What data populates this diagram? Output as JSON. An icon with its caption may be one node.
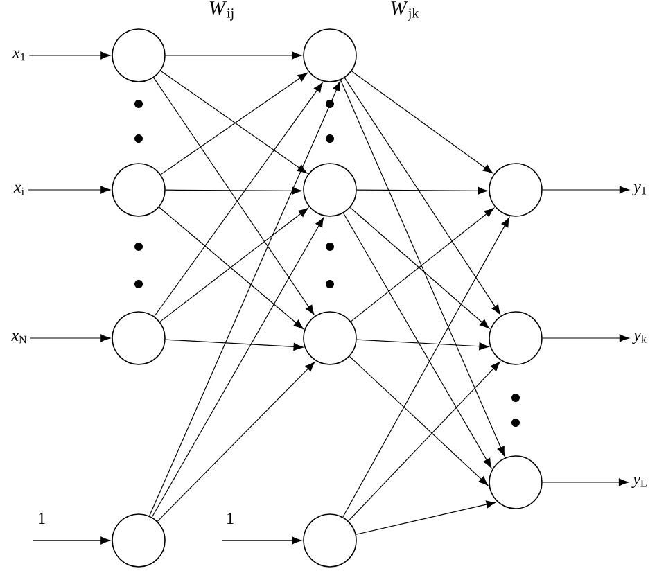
{
  "diagram": {
    "nodes": [
      {
        "text": [
          "*x*$_{1}$"
        ]
      },
      {
        "text": [
          "*x*$_{i}$"
        ]
      },
      {
        "text": [
          "*x*$_{N}$"
        ]
      },
      {
        "text": [],
        "shape": "circle"
      },
      {
        "text": [],
        "shape": "circle"
      },
      {
        "text": [],
        "shape": "circle"
      },
      {
        "text": [],
        "shape": "circle"
      },
      {
        "text": [],
        "shape": "circle"
      },
      {
        "text": [],
        "shape": "circle"
      },
      {
        "text": [],
        "shape": "circle"
      },
      {
        "text": [],
        "shape": "circle"
      },
      {
        "text": [],
        "shape": "circle"
      },
      {
        "text": [],
        "shape": "circle"
      },
      {
        "text": [],
        "shape": "circle"
      },
      {
        "text": [
          "*y*$_{1}$"
        ]
      },
      {
        "text": [
          "*y*$_{k}$"
        ]
      },
      {
        "text": [
          "*y*$_{L}$"
        ]
      }
    ],
    "edges": [
      {
        "from": 0,
        "to": 3,
        "arrow": "to"
      },
      {
        "from": 1,
        "to": 4,
        "arrow": "to"
      },
      {
        "from": 2,
        "to": 5,
        "arrow": "to"
      },
      {
        "from": null,
        "to": 6,
        "arrow": "to",
        "label": "1"
      },
      {
        "from": null,
        "to": 10,
        "arrow": "to",
        "label": "1"
      },
      {
        "from": 3,
        "to": 7,
        "arrow": "to"
      },
      {
        "from": 3,
        "to": 8,
        "arrow": "to"
      },
      {
        "from": 3,
        "to": 9,
        "arrow": "to"
      },
      {
        "from": 4,
        "to": 7,
        "arrow": "to"
      },
      {
        "from": 4,
        "to": 8,
        "arrow": "to"
      },
      {
        "from": 4,
        "to": 9,
        "arrow": "to"
      },
      {
        "from": 5,
        "to": 7,
        "arrow": "to"
      },
      {
        "from": 5,
        "to": 8,
        "arrow": "to"
      },
      {
        "from": 5,
        "to": 9,
        "arrow": "to"
      },
      {
        "from": 6,
        "to": 7,
        "arrow": "to"
      },
      {
        "from": 6,
        "to": 8,
        "arrow": "to"
      },
      {
        "from": 6,
        "to": 9,
        "arrow": "to"
      },
      {
        "from": 7,
        "to": 11,
        "arrow": "to"
      },
      {
        "from": 7,
        "to": 12,
        "arrow": "to"
      },
      {
        "from": 7,
        "to": 13,
        "arrow": "to"
      },
      {
        "from": 8,
        "to": 11,
        "arrow": "to"
      },
      {
        "from": 8,
        "to": 12,
        "arrow": "to"
      },
      {
        "from": 8,
        "to": 13,
        "arrow": "to"
      },
      {
        "from": 9,
        "to": 11,
        "arrow": "to"
      },
      {
        "from": 9,
        "to": 12,
        "arrow": "to"
      },
      {
        "from": 9,
        "to": 13,
        "arrow": "to"
      },
      {
        "from": 10,
        "to": 11,
        "arrow": "to"
      },
      {
        "from": 10,
        "to": 12,
        "arrow": "to"
      },
      {
        "from": 10,
        "to": 13,
        "arrow": "to"
      },
      {
        "from": 11,
        "to": 14,
        "arrow": "to"
      },
      {
        "from": 12,
        "to": 15,
        "arrow": "to"
      },
      {
        "from": 13,
        "to": 16,
        "arrow": "to"
      }
    ],
    "labels": [
      "*W*$_{ij}$",
      "*W*$_{jk}$"
    ]
  }
}
